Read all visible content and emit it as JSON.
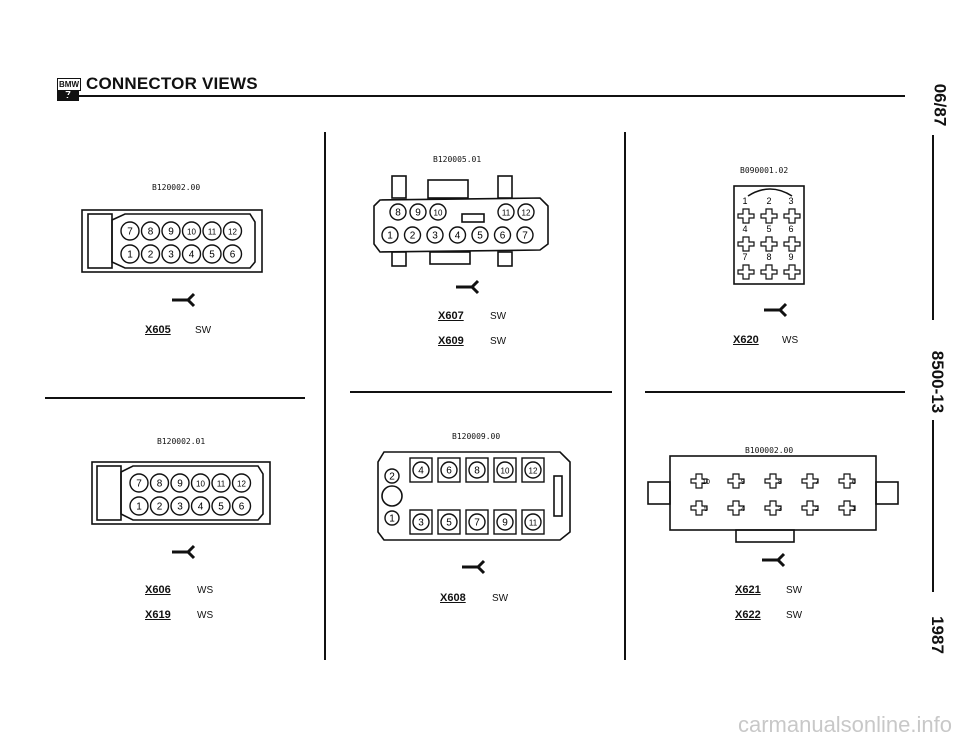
{
  "header": {
    "logo_top": "BMW",
    "logo_bottom": "7",
    "title": "CONNECTOR VIEWS"
  },
  "side": {
    "date": "06/87",
    "section": "8500-13",
    "year": "1987"
  },
  "panels": [
    {
      "id": "p1",
      "part": "B120002.00",
      "connectors": [
        {
          "name": "X605",
          "color": "SW"
        }
      ],
      "pins_top": [
        "7",
        "8",
        "9",
        "10",
        "11",
        "12"
      ],
      "pins_bottom": [
        "1",
        "2",
        "3",
        "4",
        "5",
        "6"
      ]
    },
    {
      "id": "p2",
      "part": "B120005.01",
      "connectors": [
        {
          "name": "X607",
          "color": "SW"
        },
        {
          "name": "X609",
          "color": "SW"
        }
      ],
      "pins_top": [
        "8",
        "9",
        "10",
        "11",
        "12"
      ],
      "pins_bottom": [
        "1",
        "2",
        "3",
        "4",
        "5",
        "6",
        "7"
      ]
    },
    {
      "id": "p3",
      "part": "B090001.02",
      "connectors": [
        {
          "name": "X620",
          "color": "WS"
        }
      ],
      "pins": [
        "1",
        "2",
        "3",
        "4",
        "5",
        "6",
        "7",
        "8",
        "9"
      ]
    },
    {
      "id": "p4",
      "part": "B120002.01",
      "connectors": [
        {
          "name": "X606",
          "color": "WS"
        },
        {
          "name": "X619",
          "color": "WS"
        }
      ],
      "pins_top": [
        "7",
        "8",
        "9",
        "10",
        "11",
        "12"
      ],
      "pins_bottom": [
        "1",
        "2",
        "3",
        "4",
        "5",
        "6"
      ]
    },
    {
      "id": "p5",
      "part": "B120009.00",
      "connectors": [
        {
          "name": "X608",
          "color": "SW"
        }
      ],
      "pins_top": [
        "4",
        "6",
        "8",
        "10",
        "12"
      ],
      "pins_bottom": [
        "3",
        "5",
        "7",
        "9",
        "11"
      ],
      "pins_left": [
        "2",
        "1"
      ]
    },
    {
      "id": "p6",
      "part": "B100002.00",
      "connectors": [
        {
          "name": "X621",
          "color": "SW"
        },
        {
          "name": "X622",
          "color": "SW"
        }
      ],
      "pins_top": [
        "10",
        "9",
        "8",
        "7",
        "6"
      ],
      "pins_bottom": [
        "5",
        "4",
        "3",
        "2",
        "1"
      ]
    }
  ],
  "watermark": "carmanualsonline.info"
}
